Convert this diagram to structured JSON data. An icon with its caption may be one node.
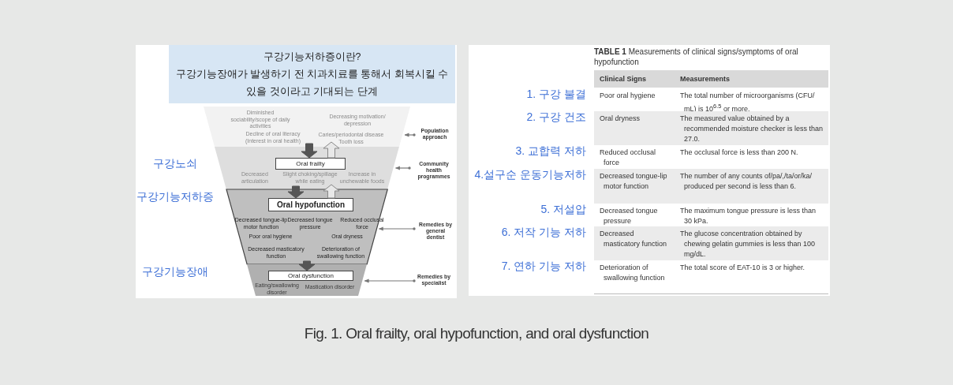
{
  "diagram": {
    "caption": "Fig. 1. Oral frailty, oral hypofunction, and oral dysfunction",
    "nodes": [
      {
        "text": [
          "구강기능저하증이란?",
          "구강기능장애가 발생하기 전 치과치료를 통해서 회복시킬 수 있을 것이라고 기대되는 단계"
        ]
      },
      {
        "text": [
          "Diminished sociability/scope of daily activities",
          "Decreasing motivation/ depression",
          "Decline of oral literacy (Interest in oral health)",
          "Caries/periodontal disease Tooth loss"
        ]
      },
      {
        "text": [
          "Decreased articulation",
          "Slight choking/spillage while eating",
          "Increase in unchewable foods"
        ]
      },
      {
        "text": [
          "Oral frailty"
        ],
        "in": 2
      },
      {
        "text": [
          "Decreased tongue-lip motor function",
          "Decreased tongue pressure",
          "Reduced occlusal force",
          "Poor oral hygiene",
          "Oral dryness",
          "Decreased masticatory function",
          "Deterioration of swallowing function"
        ]
      },
      {
        "text": [
          "Oral hypofunction"
        ],
        "in": 4
      },
      {
        "text": [
          "Eating/swallowing disorder",
          "Mastication disorder"
        ]
      },
      {
        "text": [
          "Oral dysfunction"
        ],
        "in": 6
      },
      {
        "text": [
          "Population approach"
        ]
      },
      {
        "text": [
          "Community health programmes"
        ]
      },
      {
        "text": [
          "Remedies by general dentist"
        ]
      },
      {
        "text": [
          "Remedies by specialist"
        ]
      }
    ],
    "edges": [
      {
        "from": 1,
        "to": 3,
        "arrow": "to",
        "style": "thick"
      },
      {
        "from": 3,
        "to": 1,
        "arrow": "to",
        "style": "thick",
        "color": "#e8e8e8"
      },
      {
        "from": 2,
        "to": 5,
        "arrow": "to",
        "style": "thick"
      },
      {
        "from": 5,
        "to": 2,
        "arrow": "to",
        "style": "thick",
        "color": "#e8e8e8"
      },
      {
        "from": 4,
        "to": 7,
        "arrow": "to",
        "style": "thick"
      },
      {
        "from": 8,
        "to": 1,
        "arrow": "to"
      },
      {
        "from": 9,
        "to": 2,
        "arrow": "to"
      },
      {
        "from": 10,
        "to": 4,
        "arrow": "to"
      },
      {
        "from": 11,
        "to": 6,
        "arrow": "to"
      }
    ],
    "labels": [
      "구강노쇠",
      "구강기능저하증",
      "구강기능장애",
      "**TABLE 1** Measurements of clinical signs/symptoms of oral hypofunction",
      "Clinical Signs",
      "Measurements",
      "1. 구강 불결",
      "Poor oral hygiene",
      "The total number of microorganisms (CFU/ mL) is 10$^{6.5}$ or more.",
      "2. 구강 건조",
      "Oral dryness",
      "The measured value obtained by a recommended moisture checker is less than 27.0.",
      "3. 교합력 저하",
      "Reduced occlusal force",
      "The occlusal force is less than 200 N.",
      "4.설구순 운동기능저하",
      "Decreased tongue-lip motor function",
      "The number of any counts of/pa/,/ta/or/ka/ produced per second is less than 6.",
      "5. 저설압",
      "Decreased tongue pressure",
      "The maximum tongue pressure is less than 30 kPa.",
      "6. 저작 기능 저하",
      "Decreased masticatory function",
      "The glucose concentration obtained by chewing gelatin gummies is less than 100 mg/dL.",
      "7. 연하 기능 저하",
      "Deterioration of swallowing function",
      "The total score of EAT-10 is 3 or higher."
    ]
  }
}
